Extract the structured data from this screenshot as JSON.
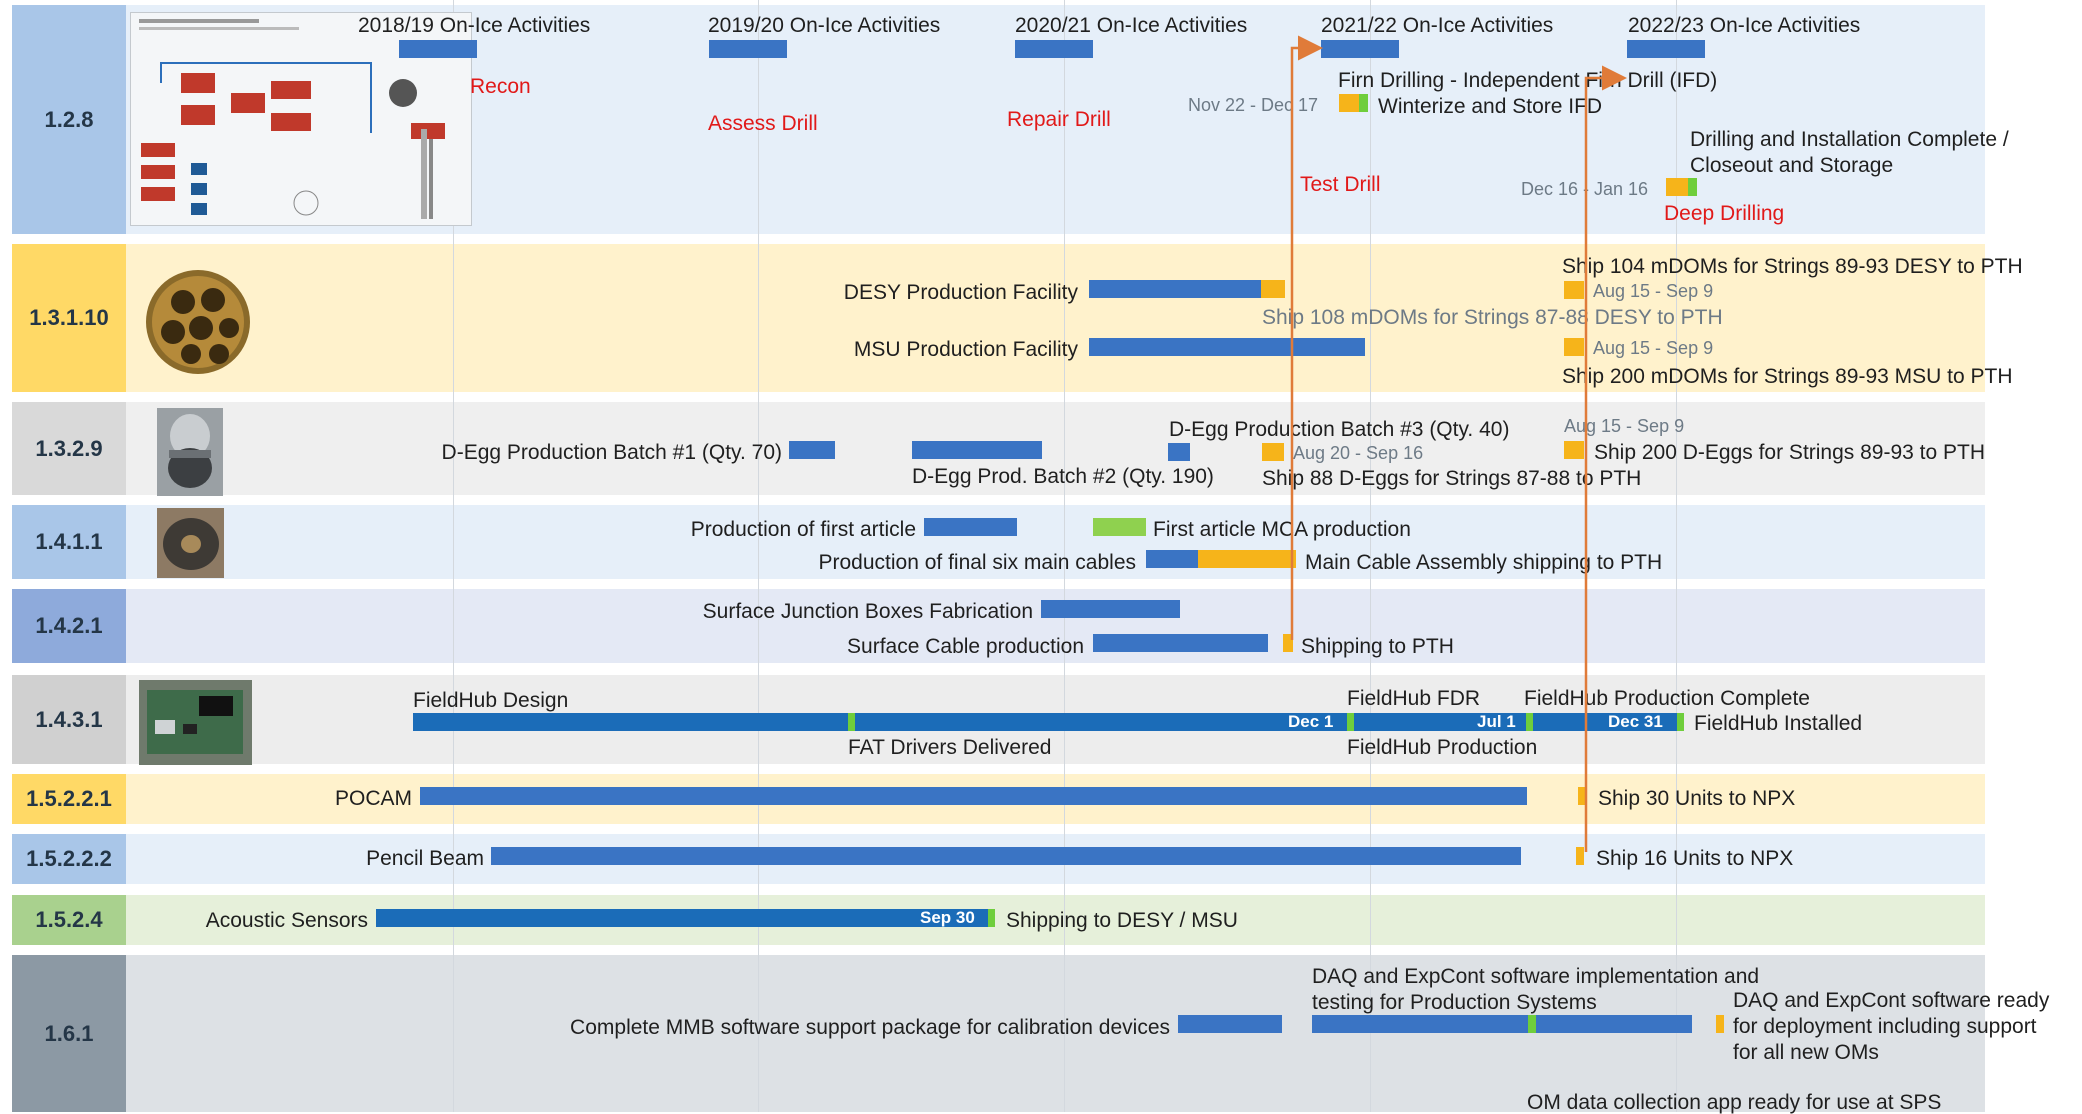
{
  "years": [
    {
      "label": "2018/19 On-Ice Activities"
    },
    {
      "label": "2019/20 On-Ice Activities"
    },
    {
      "label": "2020/21 On-Ice Activities"
    },
    {
      "label": "2021/22 On-Ice Activities"
    },
    {
      "label": "2022/23 On-Ice Activities"
    }
  ],
  "rows": [
    {
      "id": "1.2.8",
      "color": "#a9c6e8",
      "band": "#e6eff9"
    },
    {
      "id": "1.3.1.10",
      "color": "#ffd966",
      "band": "#fff2cc"
    },
    {
      "id": "1.3.2.9",
      "color": "#d9d9d9",
      "band": "#efefef"
    },
    {
      "id": "1.4.1.1",
      "color": "#a9c6e8",
      "band": "#e6eff9"
    },
    {
      "id": "1.4.2.1",
      "color": "#8eaadb",
      "band": "#e4e9f5"
    },
    {
      "id": "1.4.3.1",
      "color": "#d0d0d0",
      "band": "#ededed"
    },
    {
      "id": "1.5.2.2.1",
      "color": "#ffd966",
      "band": "#fff2cc"
    },
    {
      "id": "1.5.2.2.2",
      "color": "#a9c6e8",
      "band": "#e6eff9"
    },
    {
      "id": "1.5.2.4",
      "color": "#a9d18e",
      "band": "#e6f0da"
    },
    {
      "id": "1.6.1",
      "color": "#8c99a4",
      "band": "#dde1e5"
    }
  ],
  "drill": {
    "recon": "Recon",
    "assess": "Assess Drill",
    "repair": "Repair Drill",
    "test": "Test Drill",
    "firn": "Firn Drilling - Independent Firn Drill (IFD)",
    "nov": "Nov 22 - Dec 17",
    "winterize": "Winterize and Store IFD",
    "complete1": "Drilling and Installation Complete /",
    "complete2": "Closeout and Storage",
    "dec16": "Dec 16 - Jan 16",
    "deep": "Deep Drilling"
  },
  "mdom": {
    "desy": "DESY Production Facility",
    "msu": "MSU Production Facility",
    "ship104": "Ship 104 mDOMs for Strings 89-93 DESY to PTH",
    "aug1": "Aug 15 - Sep 9",
    "ship108": "Ship 108 mDOMs for Strings 87-88 DESY to PTH",
    "aug2": "Aug 15 - Sep 9",
    "ship200": "Ship 200 mDOMs for Strings 89-93 MSU to PTH"
  },
  "degg": {
    "batch1": "D-Egg Production Batch #1 (Qty. 70)",
    "batch2": "D-Egg Prod. Batch #2 (Qty. 190)",
    "batch3": "D-Egg Production Batch #3 (Qty. 40)",
    "aug20": "Aug 20 - Sep 16",
    "aug15": "Aug 15 - Sep 9",
    "ship88": "Ship 88 D-Eggs for Strings 87-88 to PTH",
    "ship200": "Ship 200 D-Eggs for Strings 89-93 to PTH"
  },
  "cable": {
    "first": "Production of first article",
    "firstMca": "First article MCA production",
    "final": "Production of final six main cables",
    "mainShip": "Main Cable Assembly shipping to PTH"
  },
  "surface": {
    "sjb": "Surface Junction Boxes Fabrication",
    "scp": "Surface Cable production",
    "ship": "Shipping to PTH"
  },
  "fieldhub": {
    "design": "FieldHub Design",
    "fdr": "FieldHub FDR",
    "prodComplete": "FieldHub Production Complete",
    "dec1": "Dec 1",
    "jul1": "Jul 1",
    "dec31": "Dec 31",
    "installed": "FieldHub Installed",
    "fat": "FAT Drivers Delivered",
    "production": "FieldHub Production"
  },
  "pocam": {
    "label": "POCAM",
    "ship": "Ship 30 Units to NPX"
  },
  "pencil": {
    "label": "Pencil Beam",
    "ship": "Ship 16 Units to NPX"
  },
  "acoustic": {
    "label": "Acoustic Sensors",
    "sep30": "Sep 30",
    "ship": "Shipping to DESY / MSU"
  },
  "software": {
    "mmb": "Complete MMB software support package for calibration devices",
    "daq1": "DAQ and ExpCont software implementation and",
    "daq2": "testing for Production Systems",
    "ready1": "DAQ and ExpCont software ready",
    "ready2": "for deployment including support",
    "ready3": "for all new OMs",
    "om": "OM data collection app ready for use at SPS"
  },
  "colors": {
    "bar": "#3a74c4",
    "milestone": "#f6b41a",
    "green": "#8fd14f",
    "arrow": "#e07b39"
  }
}
